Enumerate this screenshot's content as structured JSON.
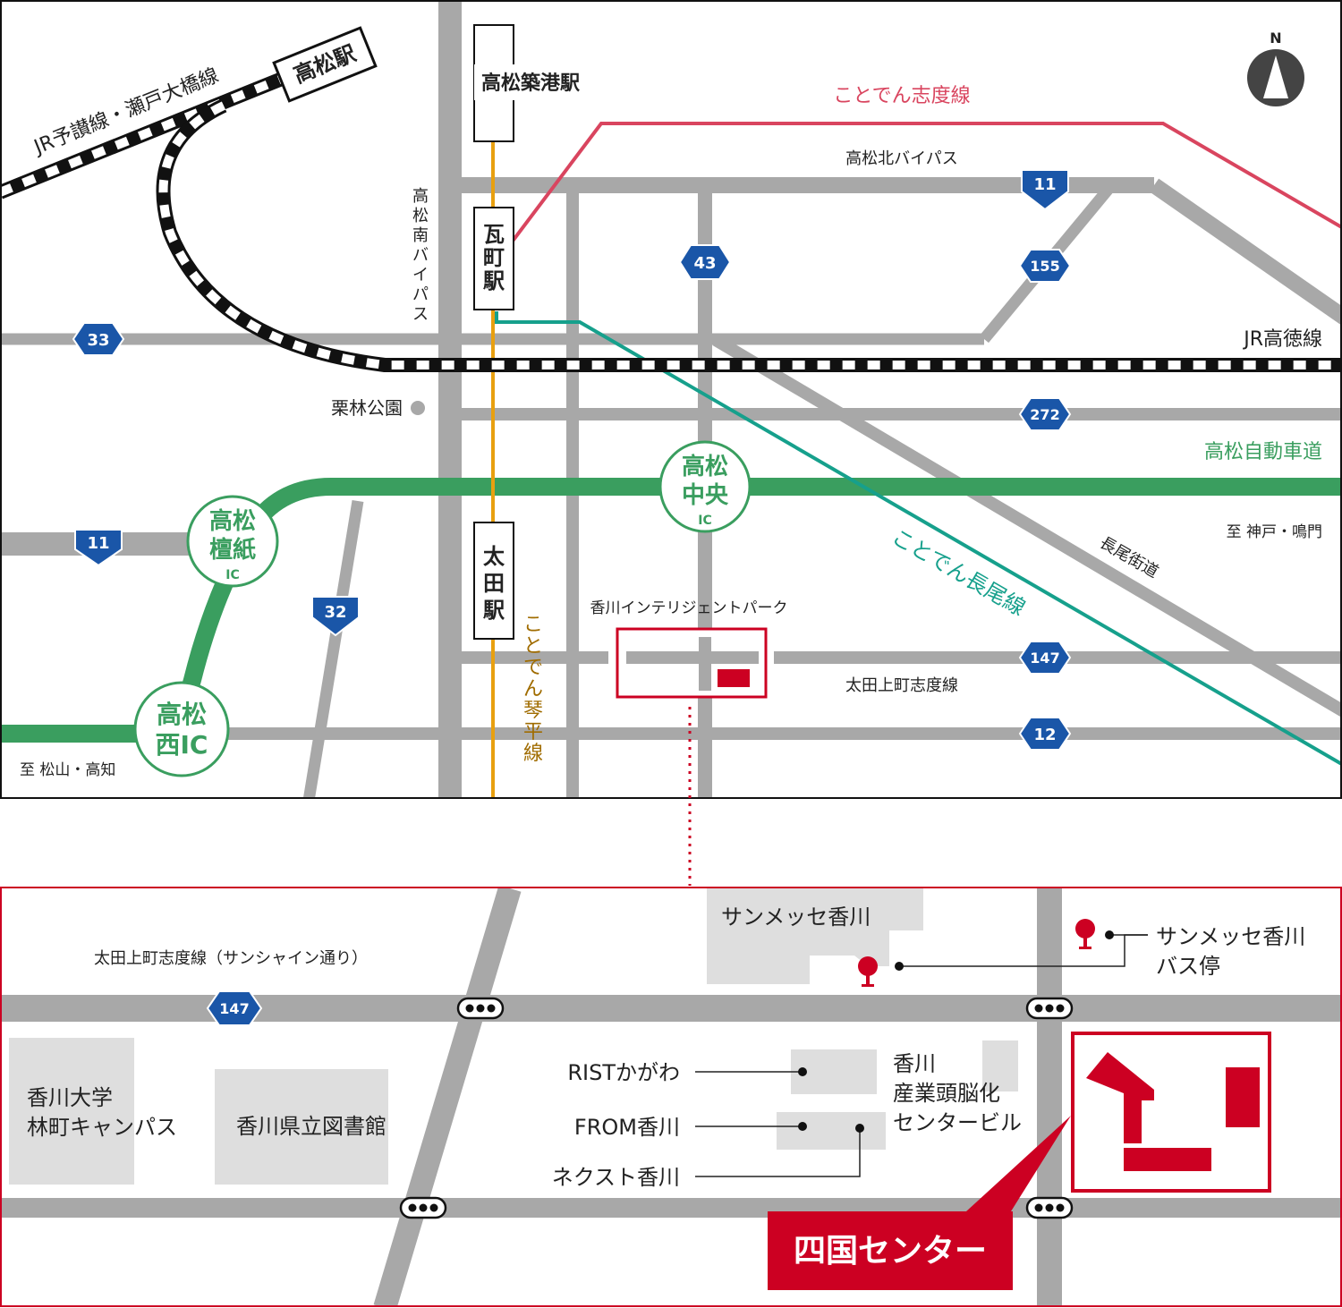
{
  "overview_map": {
    "compass": {
      "label": "N"
    },
    "stations": {
      "takamatsu": "高松駅",
      "chikko": "高松築港駅",
      "kawaramachi": "瓦町駅",
      "ota": "太田駅"
    },
    "rail_lines": {
      "jr_yosan": "JR予讃線・瀬戸大橋線",
      "jr_kotoku": "JR高徳線",
      "kotoden_shido": "ことでん志度線",
      "kotoden_nagao": "ことでん長尾線",
      "kotoden_kotohira": "ことでん琴平線"
    },
    "roads": {
      "kita_bypass": "高松北バイパス",
      "minami_bypass": "高松南バイパス",
      "expressway": "高松自動車道",
      "nagao_kaido": "長尾街道",
      "ota_shido": "太田上町志度線"
    },
    "route_numbers": {
      "r11_top": "11",
      "r43": "43",
      "r155": "155",
      "r33": "33",
      "r272": "272",
      "r11_left": "11",
      "r32": "32",
      "r147": "147",
      "r12": "12"
    },
    "interchanges": {
      "chuo": {
        "name_l1": "高松",
        "name_l2": "中央",
        "suffix": "IC"
      },
      "danshi": {
        "name_l1": "高松",
        "name_l2": "檀紙",
        "suffix": "IC"
      },
      "nishi": {
        "name_l1": "高松",
        "name_l2": "西IC"
      }
    },
    "places": {
      "ritsurin": "栗林公園",
      "intelligent_park": "香川インテリジェントパーク"
    },
    "directions": {
      "kobe": "至 神戸・鳴門",
      "matsuyama": "至 松山・高知"
    }
  },
  "detail_map": {
    "road_name": "太田上町志度線（サンシャイン通り）",
    "route_number": "147",
    "places": {
      "sunmesse": "サンメッセ香川",
      "bus_stop_l1": "サンメッセ香川",
      "bus_stop_l2": "バス停",
      "univ_l1": "香川大学",
      "univ_l2": "林町キャンパス",
      "library": "香川県立図書館",
      "rist": "RISTかがわ",
      "from": "FROM香川",
      "next": "ネクスト香川",
      "center_l1": "香川",
      "center_l2": "産業頭脳化",
      "center_l3": "センタービル",
      "shikoku": "四国センター"
    }
  },
  "colors": {
    "road": "#a8a8a8",
    "expressway": "#3a9e5f",
    "kotoden_shido": "#d9455f",
    "kotoden_nagao": "#16a08c",
    "kotoden_kotohira": "#e8a010",
    "route_badge": "#1a56a8",
    "highlight": "#cc0022",
    "building": "#dedede"
  }
}
